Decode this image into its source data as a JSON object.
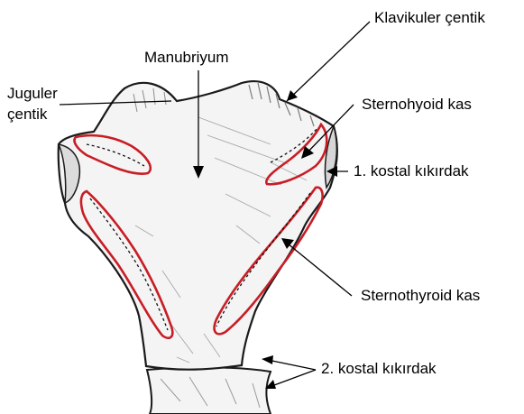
{
  "labels": {
    "klavikuler_centik": "Klavikuler çentik",
    "manubriyum": "Manubriyum",
    "juguler_line1": "Juguler",
    "juguler_line2": "çentik",
    "sternohyoid_kas": "Sternohyoid kas",
    "kostal_kikirdak_1": "1. kostal kıkırdak",
    "sternothyroid_kas": "Sternothyroid kas",
    "kostal_kikirdak_2": "2. kostal kıkırdak"
  },
  "colors": {
    "bone_fill": "#f4f4f4",
    "bone_outline": "#1a1a1a",
    "muscle_outline": "#c81d25",
    "pointer_line": "#000000"
  }
}
